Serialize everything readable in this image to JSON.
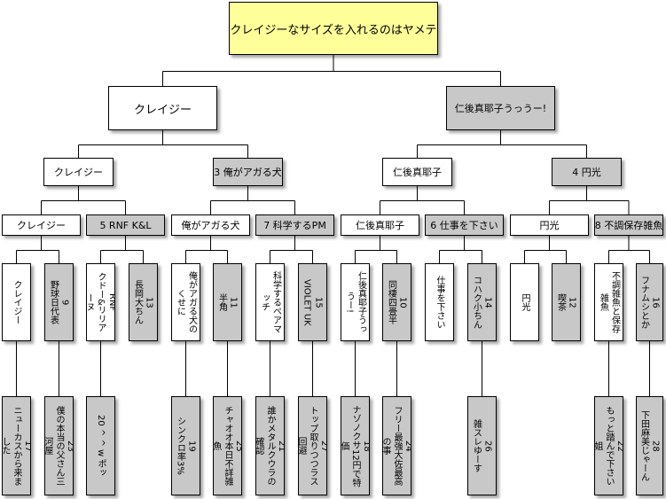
{
  "root": "クレイジーなサイズを入れるのはヤメテ",
  "level1": [
    {
      "label": "クレイジー",
      "style": "w"
    },
    {
      "label": "仁後真耶子うっうー!",
      "style": "g"
    }
  ],
  "level2": [
    {
      "label": "クレイジー",
      "style": "w"
    },
    {
      "label": "3 俺がアガる犬",
      "style": "g"
    },
    {
      "label": "仁後真耶子",
      "style": "w"
    },
    {
      "label": "4 円光",
      "style": "g"
    }
  ],
  "level3": [
    {
      "label": "クレイジー",
      "style": "w"
    },
    {
      "label": "5 RNF K&L",
      "style": "g"
    },
    {
      "label": "俺がアガる犬",
      "style": "w"
    },
    {
      "label": "7 科学するPM",
      "style": "g"
    },
    {
      "label": "仁後真耶子",
      "style": "w"
    },
    {
      "label": "6 仕事を下さい",
      "style": "g"
    },
    {
      "label": "円光",
      "style": "w"
    },
    {
      "label": "8 不調保存雑魚",
      "style": "g"
    }
  ],
  "level4": [
    {
      "label": "クレイジー",
      "style": "w"
    },
    {
      "label": "9\n野球日代表",
      "style": "g"
    },
    {
      "label": "RNF\nクドー&リリアーヌ",
      "style": "w"
    },
    {
      "label": "13\n長岡大ちん",
      "style": "g"
    },
    {
      "label": "俺がアガる犬のくせに",
      "style": "w"
    },
    {
      "label": "11\n半角",
      "style": "g"
    },
    {
      "label": "科学するペアマッチ",
      "style": "w"
    },
    {
      "label": "15\nVIOLET UK",
      "style": "g"
    },
    {
      "label": "仁後真耶子うっうー!",
      "style": "w"
    },
    {
      "label": "10\n同棲四畳半",
      "style": "g"
    },
    {
      "label": "仕事を下さい",
      "style": "w"
    },
    {
      "label": "14\nコハク小ちん",
      "style": "g"
    },
    {
      "label": "円光",
      "style": "w"
    },
    {
      "label": "12\n喫茶",
      "style": "g"
    },
    {
      "label": "不調雑魚と保存雑魚",
      "style": "w"
    },
    {
      "label": "16\nフナムシとか",
      "style": "g"
    }
  ],
  "level5": [
    {
      "label": "17\nニューカスから来ました",
      "parent": 0
    },
    {
      "label": "23\n僕の本当の父さん三河屋",
      "parent": 1
    },
    {
      "label": "20 ^ ^ w ポッ",
      "parent": 2
    },
    {
      "label": "19\nシンクロ率3%",
      "parent": 4
    },
    {
      "label": "25\nチャオオ本日不詳雑魚",
      "parent": 5
    },
    {
      "label": "21\n誰かメタルクウラの確認",
      "parent": 6
    },
    {
      "label": "27\nトップ取りつつラス回避",
      "parent": 7
    },
    {
      "label": "18\nナゾノクサ12円で特価",
      "parent": 8
    },
    {
      "label": "24\nフリー最強大佐最高の事",
      "parent": 9
    },
    {
      "label": "26\n雑スレゆーす",
      "parent": 11
    },
    {
      "label": "22\nもっと踏んで下さい姐",
      "parent": 14
    },
    {
      "label": "28\n下田麻美じゃーん",
      "parent": 15
    }
  ]
}
